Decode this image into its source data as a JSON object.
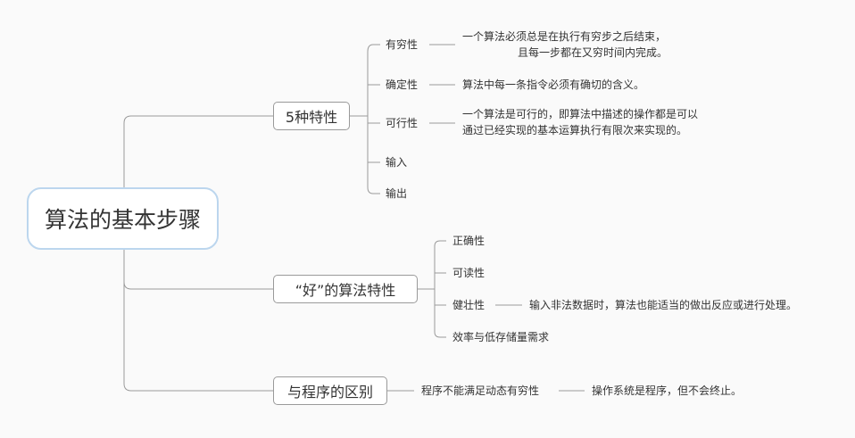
{
  "root": {
    "label": "算法的基本步骤"
  },
  "branches": [
    {
      "label": "5种特性",
      "children": [
        {
          "label": "有穷性",
          "desc": [
            "一个算法必须总是在执行有穷步之后结束，",
            "且每一步都在又穷时间内完成。"
          ]
        },
        {
          "label": "确定性",
          "desc": [
            "算法中每一条指令必须有确切的含义。"
          ]
        },
        {
          "label": "可行性",
          "desc": [
            "一个算法是可行的，即算法中描述的操作都是可以",
            "通过已经实现的基本运算执行有限次来实现的。"
          ]
        },
        {
          "label": "输入"
        },
        {
          "label": "输出"
        }
      ]
    },
    {
      "label": "“好”的算法特性",
      "children": [
        {
          "label": "正确性"
        },
        {
          "label": "可读性"
        },
        {
          "label": "健壮性",
          "desc": [
            "输入非法数据时，算法也能适当的做出反应或进行处理。"
          ]
        },
        {
          "label": "效率与低存储量需求"
        }
      ]
    },
    {
      "label": "与程序的区别",
      "children": [
        {
          "label": "程序不能满足动态有穷性",
          "desc": [
            "操作系统是程序，但不会终止。"
          ]
        }
      ]
    }
  ],
  "colors": {
    "line": "#9a9a9a",
    "root_border": "#bcd6ee",
    "background": "#fafafa"
  }
}
